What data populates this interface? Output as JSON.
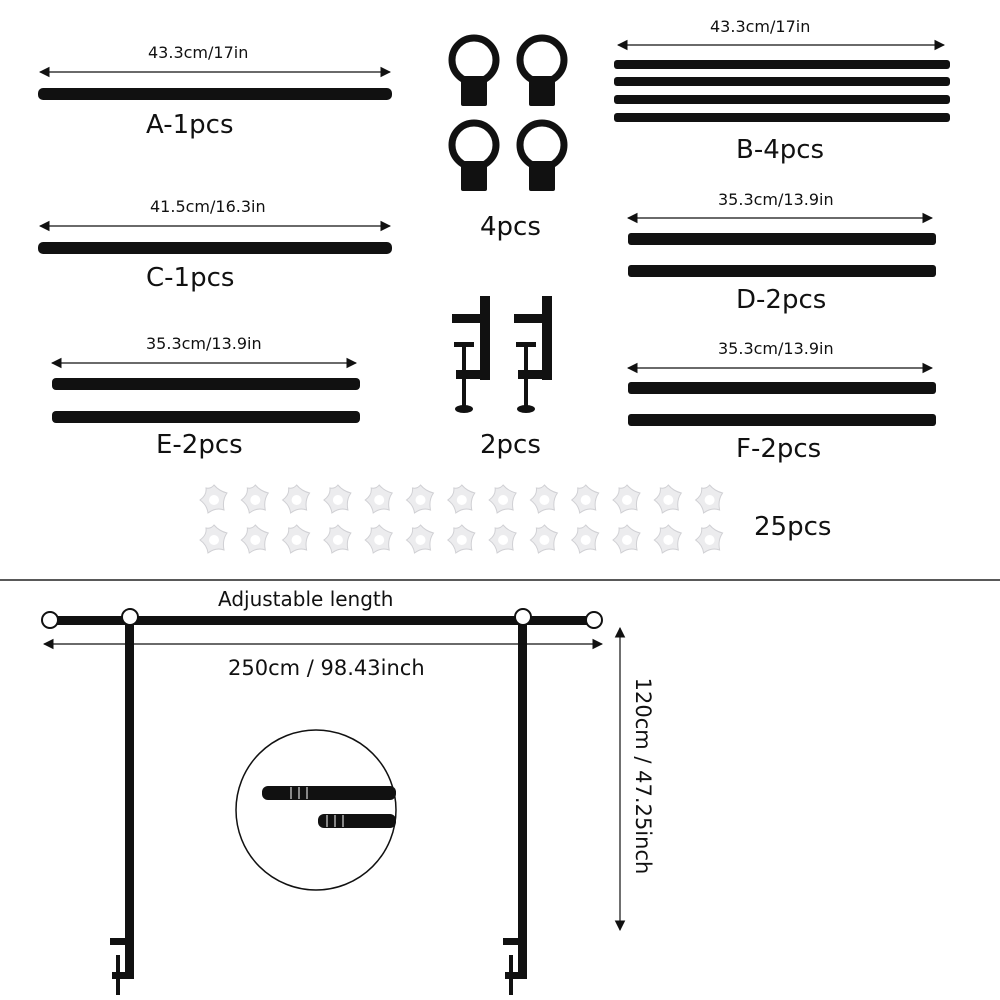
{
  "parts": [
    {
      "id": "A",
      "label": "A-1pcs",
      "dimension": "43.3cm/17in",
      "quantity": 1
    },
    {
      "id": "B",
      "label": "B-4pcs",
      "dimension": "43.3cm/17in",
      "quantity": 4
    },
    {
      "id": "C",
      "label": "C-1pcs",
      "dimension": "41.5cm/16.3in",
      "quantity": 1
    },
    {
      "id": "D",
      "label": "D-2pcs",
      "dimension": "35.3cm/13.9in",
      "quantity": 2
    },
    {
      "id": "E",
      "label": "E-2pcs",
      "dimension": "35.3cm/13.9in",
      "quantity": 2
    },
    {
      "id": "F",
      "label": "F-2pcs",
      "dimension": "35.3cm/13.9in",
      "quantity": 2
    }
  ],
  "accessories": {
    "rings_label": "4pcs",
    "clamps_label": "2pcs",
    "spacers_label": "25pcs"
  },
  "assembly": {
    "adjustable_label": "Adjustable length",
    "width_label": "250cm / 98.43inch",
    "height_label": "120cm / 47.25inch"
  },
  "colors": {
    "rod": "#111111",
    "spacer": "#e8e8ea",
    "background": "#ffffff"
  }
}
